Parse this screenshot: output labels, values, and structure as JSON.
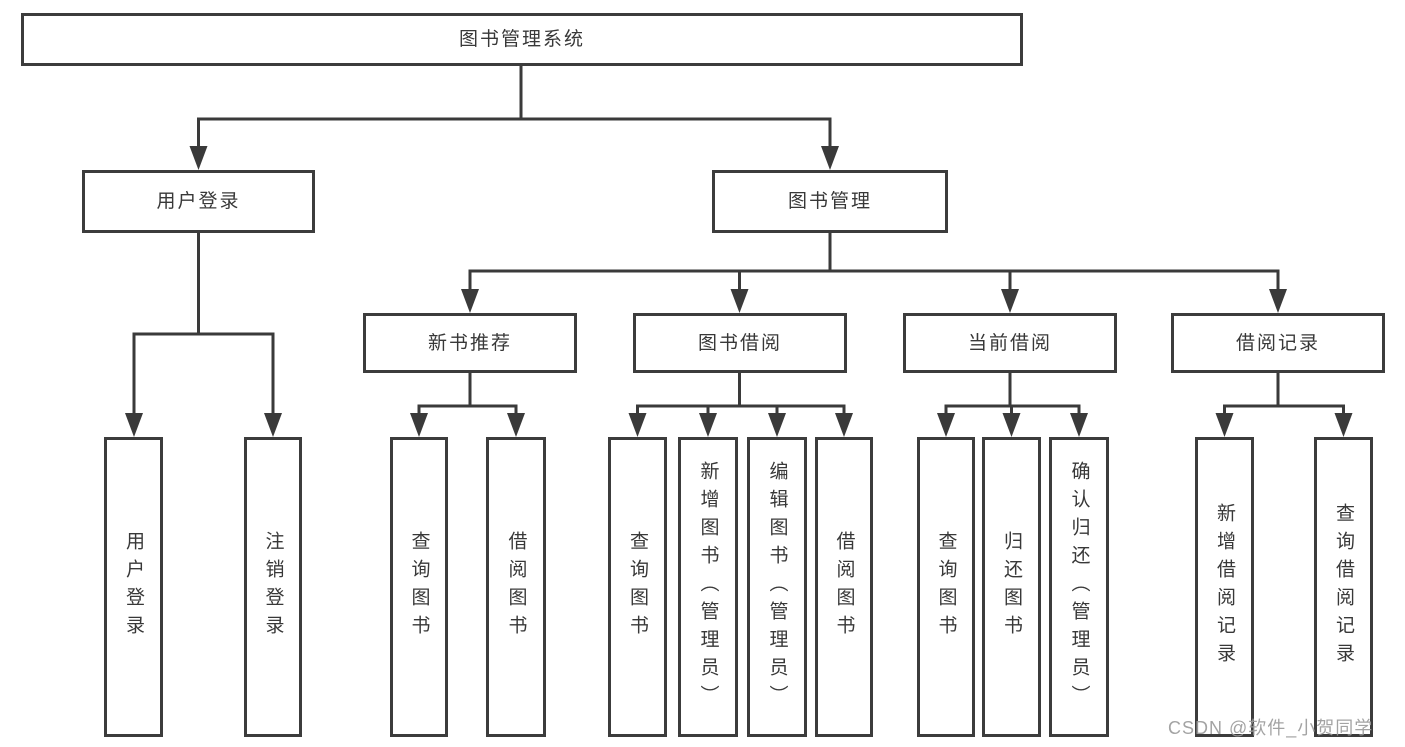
{
  "diagram": {
    "root": {
      "label": "图书管理系统"
    },
    "level2": [
      {
        "label": "用户登录"
      },
      {
        "label": "图书管理"
      }
    ],
    "level3": [
      {
        "label": "新书推荐"
      },
      {
        "label": "图书借阅"
      },
      {
        "label": "当前借阅"
      },
      {
        "label": "借阅记录"
      }
    ],
    "leaves": [
      {
        "label": "用户登录"
      },
      {
        "label": "注销登录"
      },
      {
        "label": "查询图书"
      },
      {
        "label": "借阅图书"
      },
      {
        "label": "查询图书"
      },
      {
        "label": "新增图书（管理员）"
      },
      {
        "label": "编辑图书（管理员）"
      },
      {
        "label": "借阅图书"
      },
      {
        "label": "查询图书"
      },
      {
        "label": "归还图书"
      },
      {
        "label": "确认归还（管理员）"
      },
      {
        "label": "新增借阅记录"
      },
      {
        "label": "查询借阅记录"
      }
    ]
  },
  "watermark": {
    "text": "CSDN @软件_小贺同学"
  },
  "colors": {
    "line": "#3a3a3a",
    "border": "#3c3c3c",
    "text": "#383838",
    "watermark": "#9c9c9c",
    "background": "#ffffff"
  }
}
